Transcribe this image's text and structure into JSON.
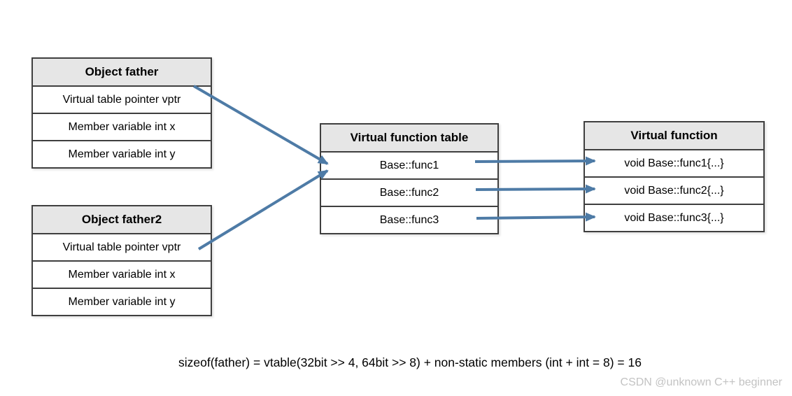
{
  "colors": {
    "arrow": "#4e7ba6",
    "table_border": "#3f3f3f",
    "header_fill": "#e6e6e6",
    "text": "#000000",
    "watermark": "#c3c3c3"
  },
  "diagram": {
    "tables": [
      {
        "header": "Object father",
        "rows": [
          "Virtual table pointer vptr",
          "Member variable int x",
          "Member variable int y"
        ]
      },
      {
        "header": "Object father2",
        "rows": [
          "Virtual table pointer vptr",
          "Member variable int x",
          "Member variable int y"
        ]
      },
      {
        "header": "Virtual function table",
        "rows": [
          "Base::func1",
          "Base::func2",
          "Base::func3"
        ]
      },
      {
        "header": "Virtual function",
        "rows": [
          "void Base::func1{...}",
          "void Base::func2{...}",
          "void Base::func3{...}"
        ]
      }
    ],
    "arrows": [
      {
        "from": "Object father / Virtual table pointer vptr",
        "to": "Virtual function table"
      },
      {
        "from": "Object father2 / Virtual table pointer vptr",
        "to": "Virtual function table"
      },
      {
        "from": "Base::func1",
        "to": "void Base::func1{...}"
      },
      {
        "from": "Base::func2",
        "to": "void Base::func2{...}"
      },
      {
        "from": "Base::func3",
        "to": "void Base::func3{...}"
      }
    ],
    "caption": "sizeof(father) = vtable(32bit >> 4, 64bit >> 8) + non-static members (int + int = 8) = 16",
    "watermark": "CSDN @unknown C++ beginner"
  }
}
